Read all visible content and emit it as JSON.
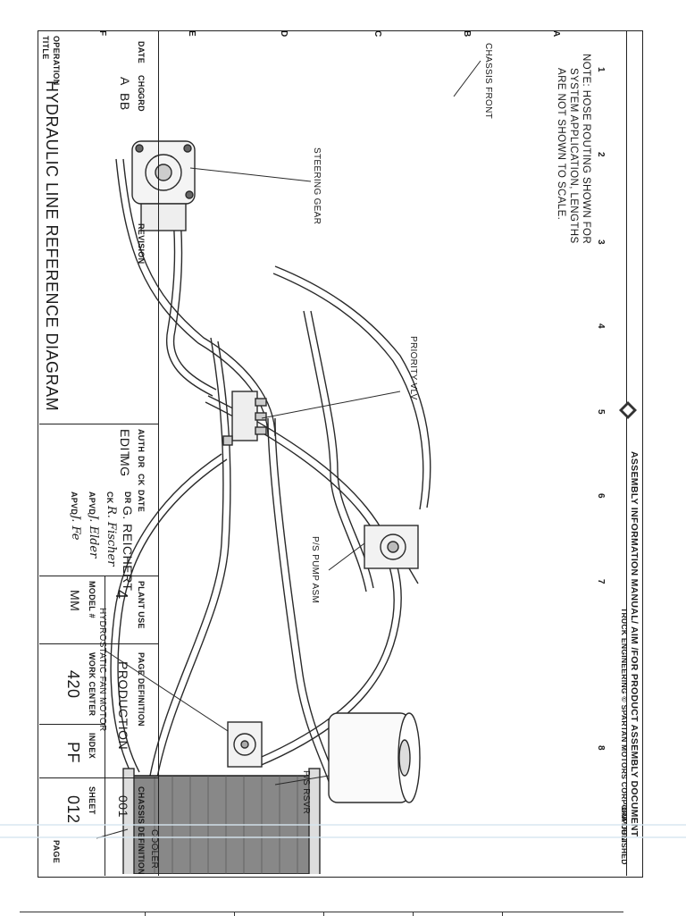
{
  "note": {
    "line1": "NOTE: HOSE ROUTING SHOWN FOR",
    "line2": "SYSTEM APPLICATION, LENGTHS",
    "line3": "ARE NOT SHOWN TO SCALE."
  },
  "header": {
    "title": "ASSEMBLY INFORMATION MANUAL/ AIM /FOR PRODUCT ASSEMBLY DOCUMENT",
    "subtitle": "TRUCK ENGINEERING © SPARTAN MOTORS CORPORATION",
    "status": "-UNPUBLISHED"
  },
  "callouts": {
    "chassis_front": "CHASSIS FRONT",
    "steering_gear": "STEERING GEAR",
    "priority_valve": "PRIORITY VLV",
    "ps_pump": "P/S PUMP ASM",
    "fan_motor": "HYDROSTATIC FAN MOTOR",
    "ps_reservoir": "P/S RSVR",
    "cooler": "COOLER"
  },
  "zones": {
    "numbers": [
      "1",
      "2",
      "3",
      "4",
      "5",
      "6",
      "7",
      "8"
    ],
    "letters": [
      "A",
      "B",
      "C",
      "D",
      "E",
      "F"
    ]
  },
  "revision_block": {
    "date_label": "DATE",
    "chg_label": "CHG",
    "grd_label": "GRD",
    "chg_value": "A",
    "grd_value": "BB",
    "revision_label": "REVISION"
  },
  "authorization_block": {
    "auth_label": "AUTH",
    "dr_label": "DR",
    "ck_label": "CK",
    "date_label": "DATE",
    "auth_value": "EDIT",
    "dr_value": "MG",
    "drawn_label": "DR",
    "drawn_value": "G. REICHERT",
    "checked_label": "CK",
    "checked_value": "R. Fischer",
    "approved1_label": "APVD",
    "approved1_value": "J. Elder",
    "approved2_label": "APVD",
    "approved2_value": "J. Fe"
  },
  "title_block": {
    "operation_label": "OPERATION",
    "title_label": "TITLE",
    "title_value": "HYDRAULIC LINE REFERENCE DIAGRAM",
    "plant_use_label": "PLANT USE",
    "plant_use_value": "4",
    "model_label": "MODEL #",
    "model_value": "MM",
    "page_definition_label": "PAGE DEFINITION",
    "page_definition_value": "PRODUCTION",
    "work_center_label": "WORK CENTER",
    "work_center_value": "420",
    "index_label": "INDEX",
    "index_value": "PF",
    "chassis_definition_label": "CHASSIS DEFINITION",
    "chassis_definition_value": "001",
    "sheet_label": "SHEET",
    "sheet_value": "012",
    "page_label": "PAGE"
  }
}
